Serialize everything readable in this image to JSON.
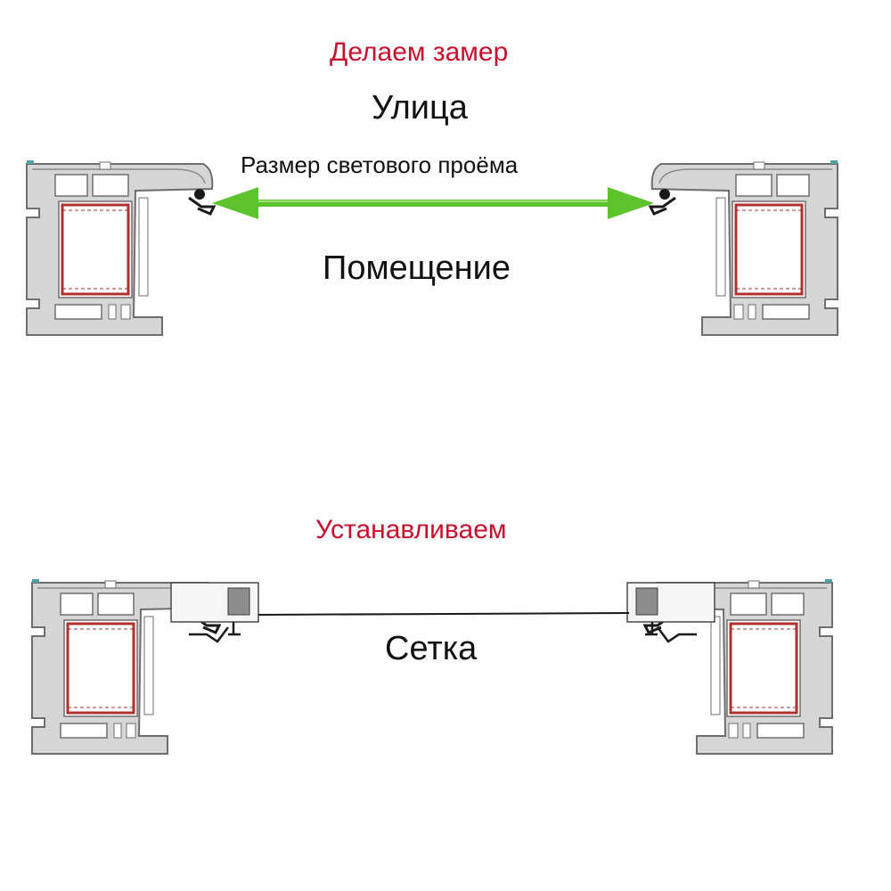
{
  "colors": {
    "heading": "#c8102e",
    "text": "#111111",
    "profile_fill": "#d6d6d6",
    "profile_stroke": "#6e6e6e",
    "reinforcement": "#b03030",
    "arrow": "#5cc22e",
    "gasket": "#1a1a1a"
  },
  "measure": {
    "title": "Делаем замер",
    "outside_label": "Улица",
    "opening_label": "Размер светового проёма",
    "inside_label": "Помещение"
  },
  "install": {
    "title": "Устанавливаем",
    "mesh_label": "Сетка"
  },
  "icons": [
    "window-profile-icon",
    "double-arrow-icon",
    "mosquito-net-frame-icon"
  ]
}
